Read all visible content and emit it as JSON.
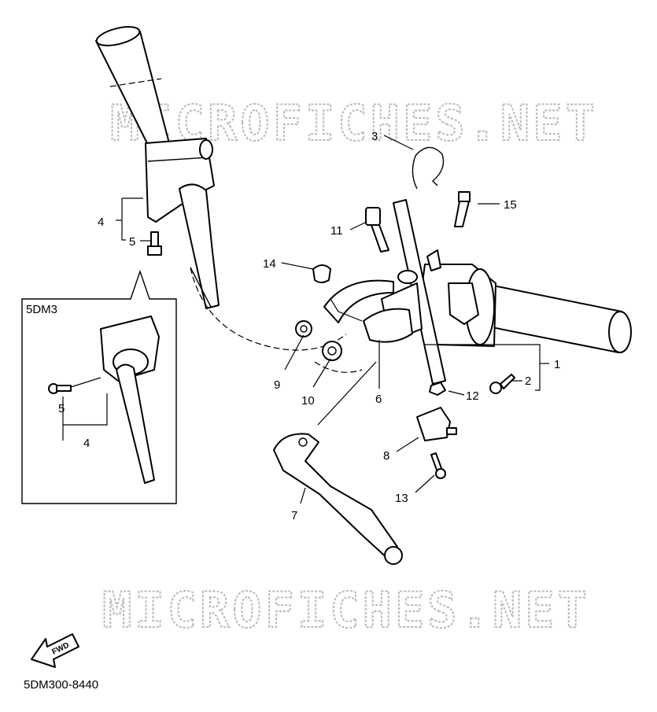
{
  "watermark": "MICROFICHES.NET",
  "drawing_code": "5DM300-8440",
  "inset_label": "5DM3",
  "fwd_label": "FWD",
  "callouts": {
    "c1": "1",
    "c2": "2",
    "c3": "3",
    "c4": "4",
    "c5": "5",
    "c6": "6",
    "c7": "7",
    "c8": "8",
    "c9": "9",
    "c10": "10",
    "c11": "11",
    "c12": "12",
    "c13": "13",
    "c14": "14",
    "c15": "15",
    "inset_c4": "4",
    "inset_c5": "5"
  }
}
